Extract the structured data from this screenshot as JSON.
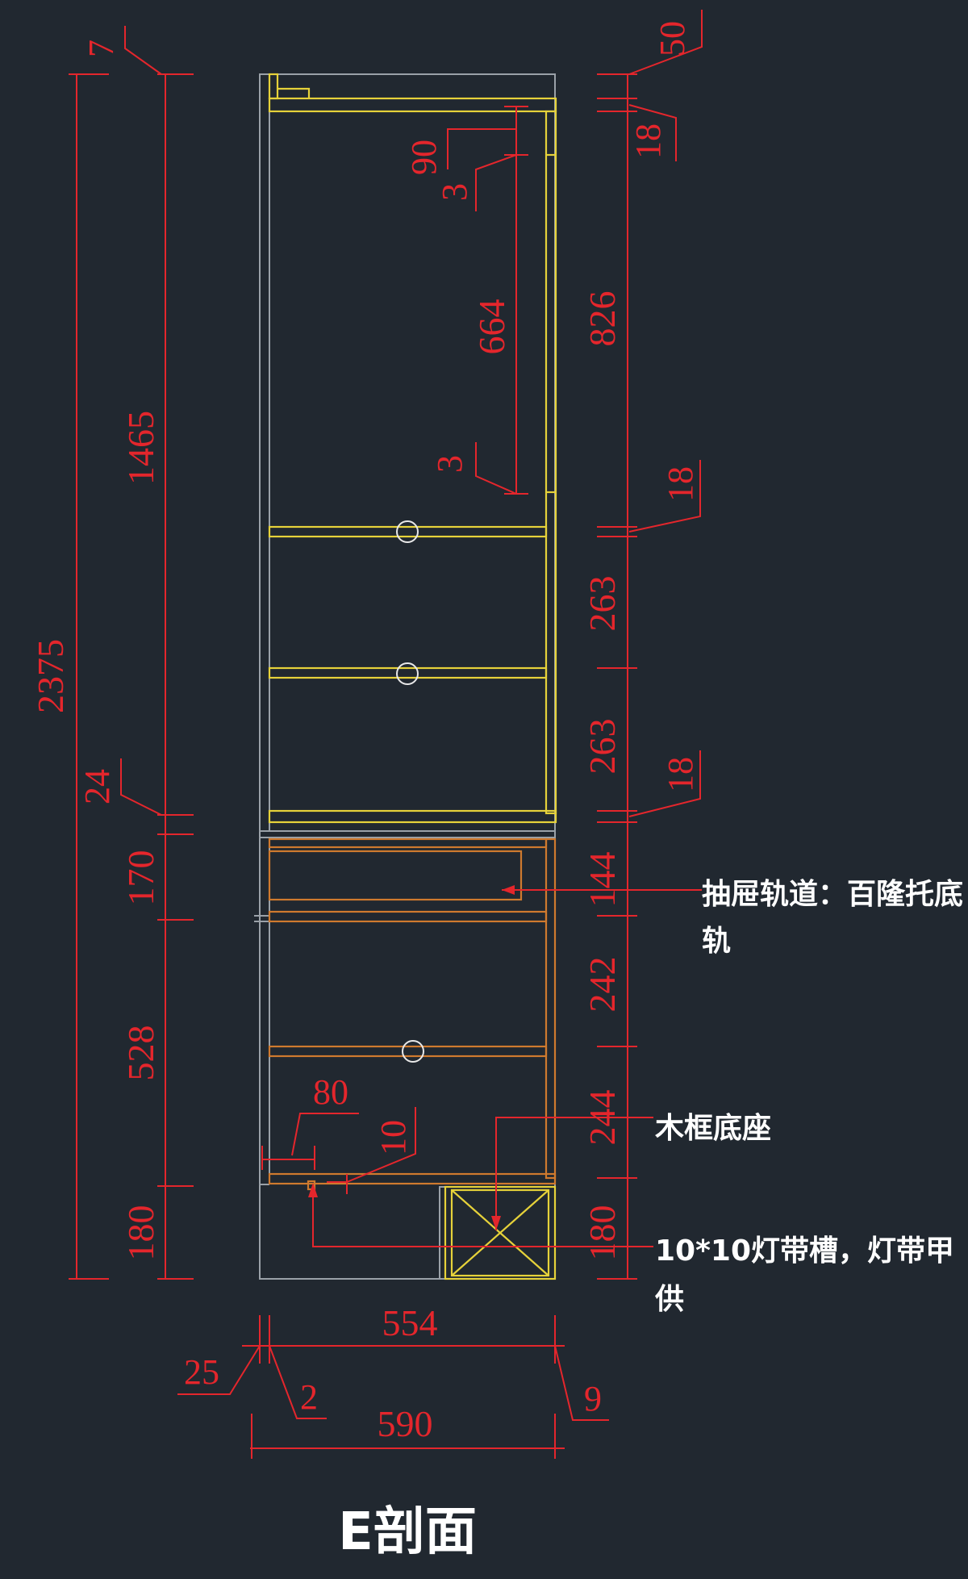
{
  "title": "E剖面",
  "dimensions": {
    "left_total": "2375",
    "left_top": "7",
    "left_upper": "1465",
    "left_mid": "24",
    "left_drawer": "170",
    "left_lower": "528",
    "left_base": "180",
    "right_top": "50",
    "right_top_panel": "18",
    "right_upper": "826",
    "right_panel_1": "18",
    "right_shelf_1": "263",
    "right_shelf_2": "263",
    "right_panel_2": "18",
    "right_drawer": "144",
    "right_lower_1": "242",
    "right_lower_2": "244",
    "right_base": "180",
    "inner_90": "90",
    "inner_3_top": "3",
    "inner_664": "664",
    "inner_3_bottom": "3",
    "detail_80": "80",
    "detail_10": "10",
    "bottom_554": "554",
    "bottom_25": "25",
    "bottom_2": "2",
    "bottom_9": "9",
    "bottom_590": "590"
  },
  "notes": {
    "drawer_rail_line1": "抽屉轨道：百隆托底",
    "drawer_rail_line2": "轨",
    "wood_base": "木框底座",
    "led_slot_line1": "10*10灯带槽，灯带甲",
    "led_slot_line2": "供"
  },
  "colors": {
    "background": "#212830",
    "dimension": "#e4262c",
    "upper_cabinet": "#e6d23a",
    "lower_cabinet": "#cf7a2e",
    "outline": "#9aa1a8"
  }
}
